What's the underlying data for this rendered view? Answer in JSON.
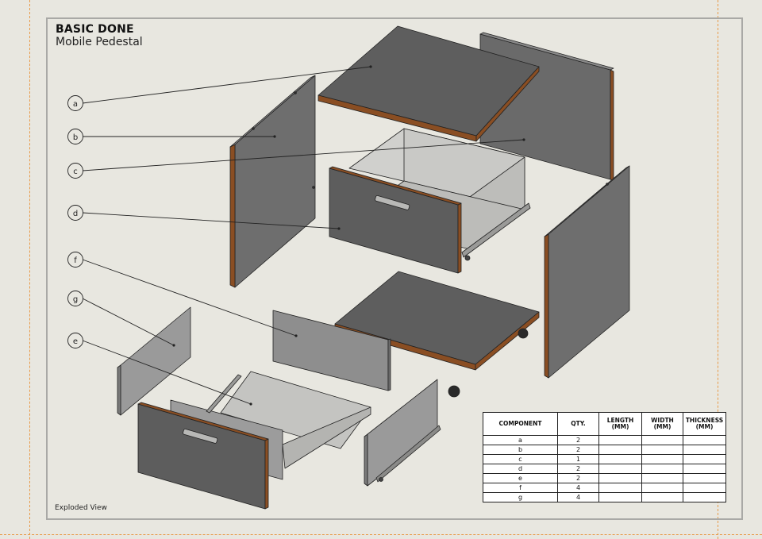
{
  "drawing": {
    "title": "BASIC DONE",
    "subtitle": "Mobile Pedestal",
    "view_label": "Exploded View"
  },
  "balloons": [
    {
      "label": "a"
    },
    {
      "label": "b"
    },
    {
      "label": "c"
    },
    {
      "label": "d"
    },
    {
      "label": "f"
    },
    {
      "label": "g"
    },
    {
      "label": "e"
    }
  ],
  "bom": {
    "headers": [
      "COMPONENT",
      "QTY.",
      "LENGTH (MM)",
      "WIDTH (MM)",
      "THICKNESS (MM)"
    ],
    "rows": [
      {
        "component": "a",
        "qty": "2",
        "length": "",
        "width": "",
        "thickness": ""
      },
      {
        "component": "b",
        "qty": "2",
        "length": "",
        "width": "",
        "thickness": ""
      },
      {
        "component": "c",
        "qty": "1",
        "length": "",
        "width": "",
        "thickness": ""
      },
      {
        "component": "d",
        "qty": "2",
        "length": "",
        "width": "",
        "thickness": ""
      },
      {
        "component": "e",
        "qty": "2",
        "length": "",
        "width": "",
        "thickness": ""
      },
      {
        "component": "f",
        "qty": "4",
        "length": "",
        "width": "",
        "thickness": ""
      },
      {
        "component": "g",
        "qty": "4",
        "length": "",
        "width": "",
        "thickness": ""
      }
    ]
  },
  "colors": {
    "panel_dark": "#5f5f5f",
    "panel_mid": "#7a7a7a",
    "panel_light": "#9c9c9c",
    "edge_wood": "#8a4e23",
    "sheet_bg": "#e8e7e0",
    "sheet_margin": "#e89b4a"
  }
}
